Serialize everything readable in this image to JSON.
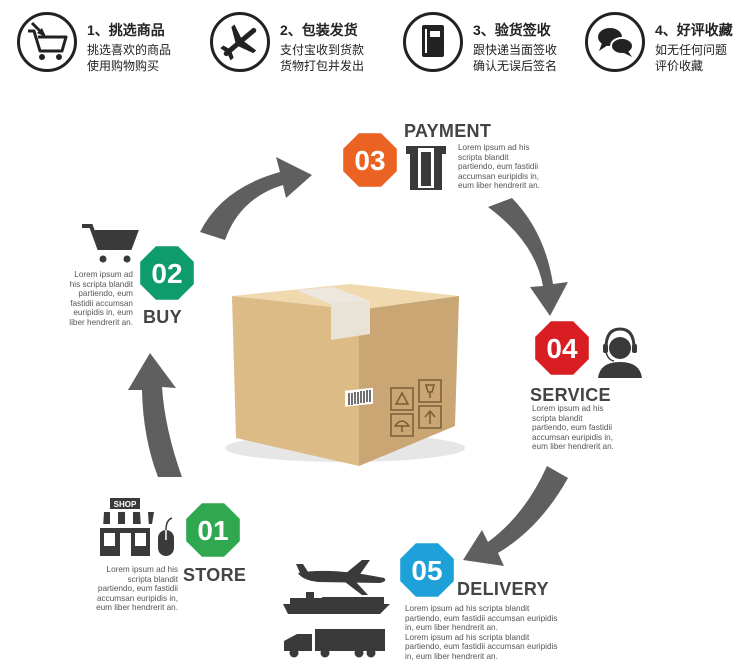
{
  "steps": [
    {
      "title": "1、挑选商品",
      "l1": "挑选喜欢的商品",
      "l2": "使用购物购买",
      "icon": "shopping-cart-icon"
    },
    {
      "title": "2、包装发货",
      "l1": "支付宝收到货款",
      "l2": "货物打包并发出",
      "icon": "airplane-icon"
    },
    {
      "title": "3、验货签收",
      "l1": "跟快递当面签收",
      "l2": "确认无误后签名",
      "icon": "notebook-icon"
    },
    {
      "title": "4、好评收藏",
      "l1": "如无任何问题",
      "l2": "评价收藏",
      "icon": "chat-bubbles-icon"
    }
  ],
  "cycle": {
    "store": {
      "num": "01",
      "label": "STORE",
      "color": "#2fa84f",
      "text": [
        "Lorem ipsum ad his",
        "scripta blandit",
        "partiendo, eum fastidii",
        "accumsan euripidis in,",
        "eum liber hendrerit an."
      ],
      "shop_sign": "SHOP"
    },
    "buy": {
      "num": "02",
      "label": "BUY",
      "color": "#0f9c6c",
      "text": [
        "Lorem ipsum ad",
        "his scripta blandit",
        "partiendo, eum",
        "fastidii accumsan",
        "euripidis in, eum",
        "liber hendrerit an."
      ]
    },
    "payment": {
      "num": "03",
      "label": "PAYMENT",
      "color": "#ec6222",
      "text": [
        "Lorem ipsum ad his",
        "scripta blandit",
        "partiendo, eum fastidii",
        "accumsan euripidis in,",
        "eum liber hendrerit an."
      ]
    },
    "service": {
      "num": "04",
      "label": "SERVICE",
      "color": "#d91e23",
      "text": [
        "Lorem ipsum ad his",
        "scripta blandit",
        "partiendo, eum fastidii",
        "accumsan euripidis in,",
        "eum liber hendrerit an."
      ]
    },
    "delivery": {
      "num": "05",
      "label": "DELIVERY",
      "color": "#1ea1d8",
      "text": [
        "Lorem ipsum ad his scripta blandit",
        "partiendo, eum fastidii accumsan euripidis",
        "in, eum liber hendrerit an.",
        "Lorem ipsum ad his scripta blandit",
        "partiendo, eum fastidii accumsan euripidis",
        "in, eum liber hendrerit an."
      ]
    }
  },
  "colors": {
    "arrow": "#5f5f5f",
    "dark_icon": "#3a3a3a",
    "box": "#e0c08e"
  }
}
